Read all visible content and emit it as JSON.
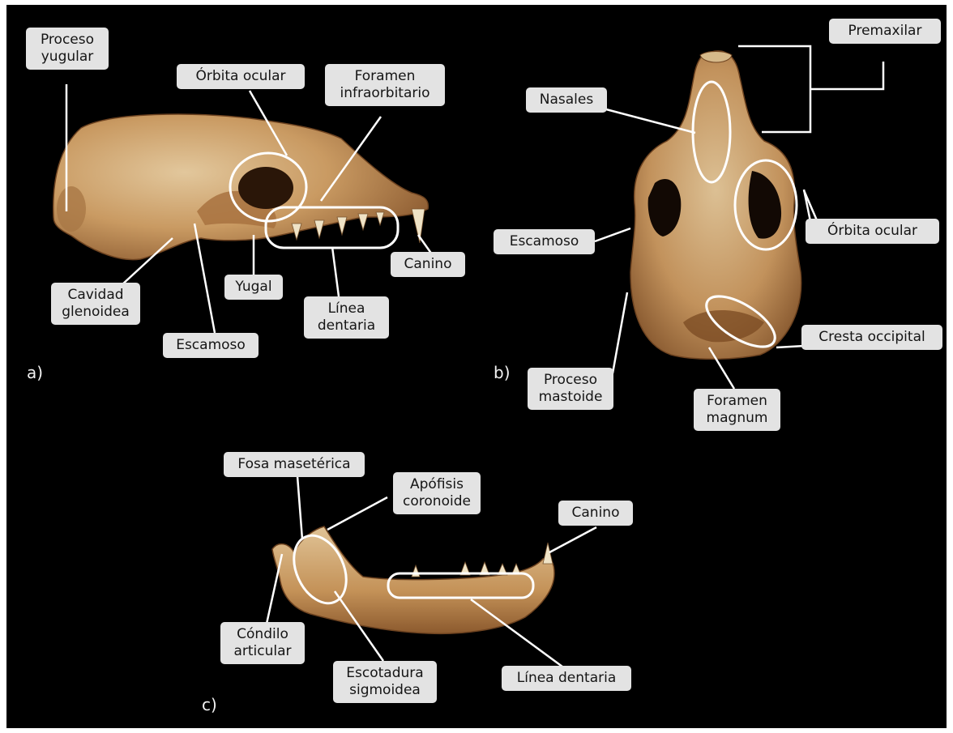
{
  "panels": {
    "a": {
      "letter": "a)",
      "labels": {
        "proceso_yugular": "Proceso\nyugular",
        "orbita_ocular": "Órbita ocular",
        "foramen_infraorbitario": "Foramen\ninfraorbitario",
        "cavidad_glenoidea": "Cavidad\nglenoidea",
        "yugal": "Yugal",
        "escamoso": "Escamoso",
        "linea_dentaria": "Línea\ndentaria",
        "canino": "Canino"
      }
    },
    "b": {
      "letter": "b)",
      "labels": {
        "premaxilar": "Premaxilar",
        "nasales": "Nasales",
        "escamoso": "Escamoso",
        "orbita_ocular": "Órbita ocular",
        "cresta_occipital": "Cresta occipital",
        "proceso_mastoide": "Proceso\nmastoide",
        "foramen_magnum": "Foramen\nmagnum"
      }
    },
    "c": {
      "letter": "c)",
      "labels": {
        "fosa_maseterica": "Fosa masetérica",
        "apofisis_coronoide": "Apófisis\ncoronoide",
        "canino": "Canino",
        "condilo_articular": "Cóndilo\narticular",
        "escotadura_sigmoidea": "Escotadura\nsigmoidea",
        "linea_dentaria": "Línea dentaria"
      }
    }
  },
  "colors": {
    "background": "#000000",
    "label_fill": "#e3e3e3",
    "label_text": "#151515",
    "leader_line": "#ffffff",
    "bone_light": "#d9b98a",
    "bone_mid": "#bf8f5a",
    "bone_dark": "#8a5a30"
  }
}
